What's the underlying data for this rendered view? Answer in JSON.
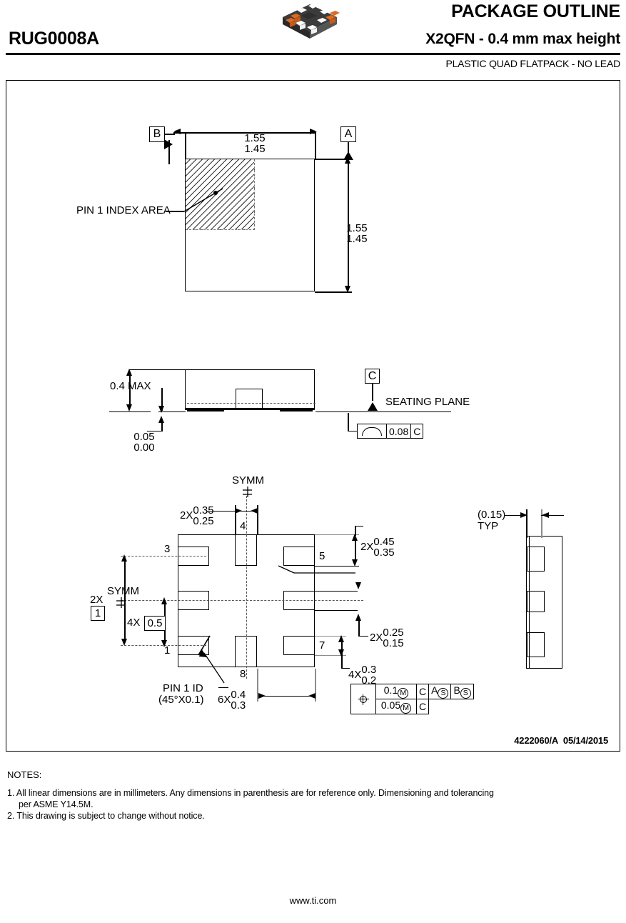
{
  "header": {
    "title": "PACKAGE OUTLINE",
    "subtitle": "X2QFN - 0.4 mm max height",
    "part_number": "RUG0008A",
    "description": "PLASTIC QUAD FLATPACK - NO LEAD",
    "icon": "package-3d-icon"
  },
  "drawing": {
    "doc_number": "4222060/A",
    "date": "05/14/2015",
    "top_view": {
      "datum_b": "B",
      "datum_a": "A",
      "width_max": "1.55",
      "width_min": "1.45",
      "height_max": "1.55",
      "height_min": "1.45",
      "pin1_label": "PIN 1 INDEX AREA"
    },
    "side_view": {
      "height_max": "0.4 MAX",
      "standoff_max": "0.05",
      "standoff_min": "0.00",
      "datum_c": "C",
      "seating_plane": "SEATING PLANE",
      "flatness_value": "0.08",
      "flatness_datum": "C"
    },
    "bottom_view": {
      "symm_top": "SYMM",
      "symm_left": "SYMM",
      "lead_len_qty": "2X",
      "lead_len_max": "0.35",
      "lead_len_min": "0.25",
      "pin_4": "4",
      "pin_3": "3",
      "pin_5": "5",
      "pin_1": "1",
      "pin_7": "7",
      "pin_8": "8",
      "corner_lead_qty": "2X",
      "corner_lead_max": "0.45",
      "corner_lead_min": "0.35",
      "mid_lead_qty": "2X",
      "mid_lead_max": "0.25",
      "mid_lead_min": "0.15",
      "lead_width_qty": "4X",
      "lead_width_max": "0.3",
      "lead_width_min": "0.2",
      "span_qty": "2X",
      "span_value": "1",
      "pitch_qty": "4X",
      "pitch_value": "0.5",
      "pin1_id": "PIN 1 ID",
      "pin1_id_detail": "(45°X0.1)",
      "bottom_lead_qty": "6X",
      "bottom_lead_max": "0.4",
      "bottom_lead_min": "0.3",
      "fcf": {
        "symbol": "position-symbol",
        "row1_tol": "0.1",
        "row1_mod": "M",
        "row1_d1": "C",
        "row1_d2": "A",
        "row1_d2_mod": "S",
        "row1_d3": "B",
        "row1_d3_mod": "S",
        "row2_tol": "0.05",
        "row2_mod": "M",
        "row2_d1": "C"
      }
    },
    "right_view": {
      "typ_value": "(0.15)",
      "typ_label": "TYP"
    }
  },
  "notes": {
    "heading": "NOTES:",
    "note1_line1": "1. All linear dimensions are in millimeters. Any dimensions in parenthesis are for reference only. Dimensioning and tolerancing",
    "note1_line2": "per ASME Y14.5M.",
    "note2": "2. This drawing is subject to change without notice."
  },
  "footer": {
    "url": "www.ti.com"
  }
}
